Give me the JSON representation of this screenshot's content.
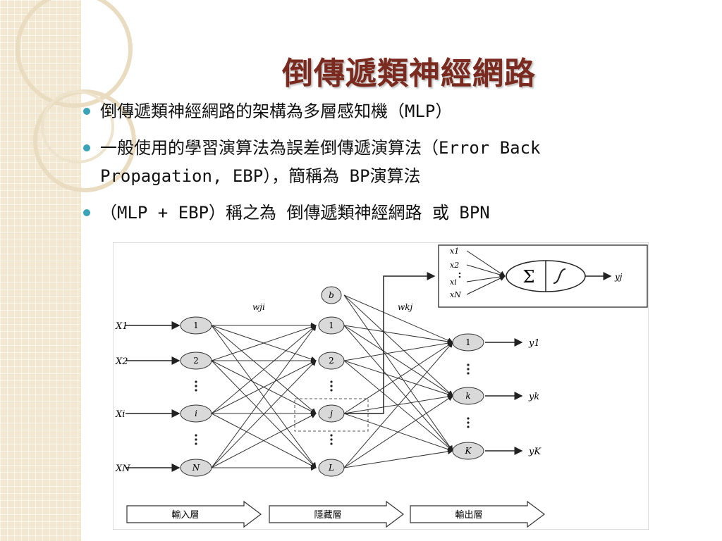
{
  "slide": {
    "title": "倒傳遞類神經網路",
    "bullets": [
      "倒傳遞類神經網路的架構為多層感知機（MLP）",
      "一般使用的學習演算法為誤差倒傳遞演算法（Error Back Propagation, EBP），簡稱為 BP演算法",
      "（MLP + EBP）稱之為 倒傳遞類神經網路 或 BPN"
    ]
  },
  "diagram": {
    "inputs": [
      "X1",
      "X2",
      "Xi",
      "XN"
    ],
    "input_nodes": [
      "1",
      "2",
      "i",
      "N"
    ],
    "hidden_nodes": [
      "1",
      "2",
      "j",
      "L"
    ],
    "bias": "b",
    "output_nodes": [
      "1",
      "k",
      "K"
    ],
    "outputs": [
      "y1",
      "yk",
      "yK"
    ],
    "weights": {
      "input_hidden": "wji",
      "hidden_output": "wkj"
    },
    "neuron_inputs": [
      "x1",
      "x2",
      "xi",
      "xN"
    ],
    "sum_symbol": "Σ",
    "neuron_output": "yj",
    "layers": [
      "輸入層",
      "隱藏層",
      "輸出層"
    ],
    "colors": {
      "title": "#7a2a1e",
      "bullet": "#3aa3b8",
      "node_fill": "#d9d9d9"
    }
  }
}
